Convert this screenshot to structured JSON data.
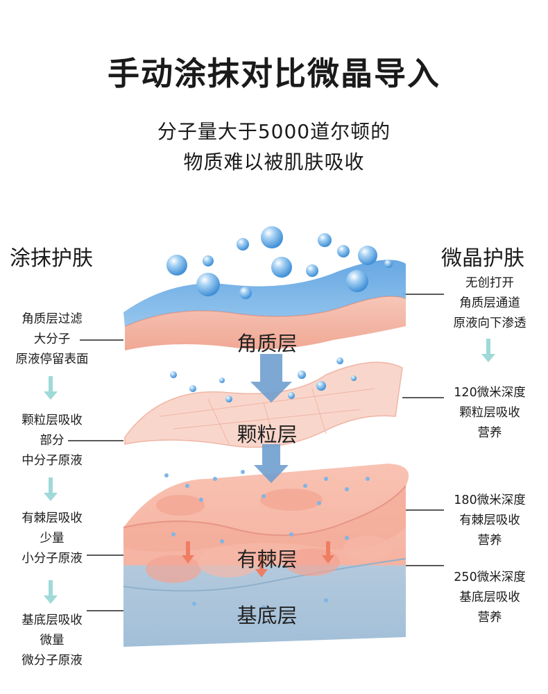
{
  "header": {
    "title": "手动涂抹对比微晶导入",
    "subtitle_lines": [
      "分子量大于5000道尔顿的",
      "物质难以被肌肤吸收"
    ]
  },
  "left": {
    "heading": "涂抹护肤",
    "notes": [
      [
        "角质层过滤",
        "大分子",
        "原液停留表面"
      ],
      [
        "颗粒层吸收",
        "部分",
        "中分子原液"
      ],
      [
        "有棘层吸收",
        "少量",
        "小分子原液"
      ],
      [
        "基底层吸收",
        "微量",
        "微分子原液"
      ]
    ]
  },
  "right": {
    "heading": "微晶护肤",
    "notes": [
      [
        "无创打开",
        "角质层通道",
        "原液向下渗透"
      ],
      [
        "120微米深度",
        "颗粒层吸收",
        "营养"
      ],
      [
        "180微米深度",
        "有棘层吸收",
        "营养"
      ],
      [
        "250微米深度",
        "基底层吸收",
        "营养"
      ]
    ]
  },
  "layers": {
    "stratum_corneum": "角质层",
    "granular": "颗粒层",
    "spinous": "有棘层",
    "basal": "基底层"
  },
  "colors": {
    "serum_blue": "#7fb5e6",
    "skin_pink": "#f3b4a4",
    "granular_pink": "#f9d3c8",
    "basal_blue": "#a9c6de",
    "down_arrow": "#9fd9d8",
    "penetration_arrow": "#6f9fce",
    "inner_arrow": "#ef7d62"
  }
}
